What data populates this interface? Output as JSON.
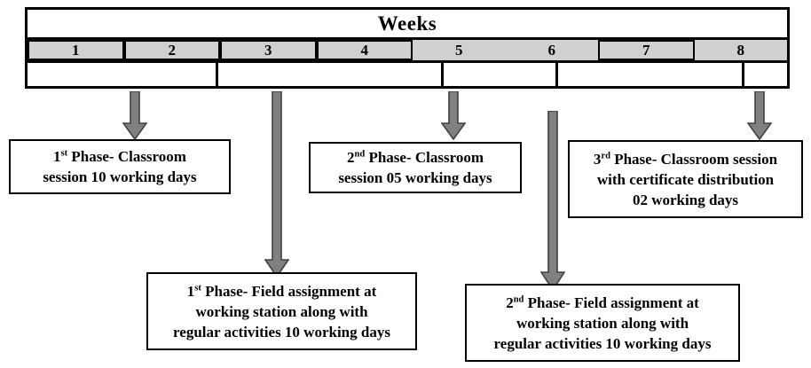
{
  "timeline": {
    "title": "Weeks",
    "weeks": [
      {
        "label": "1",
        "style": "boxed"
      },
      {
        "label": "2",
        "style": "boxed"
      },
      {
        "label": "3",
        "style": "boxed"
      },
      {
        "label": "4",
        "style": "boxed"
      },
      {
        "label": "5",
        "style": "plain"
      },
      {
        "label": "6",
        "style": "plain"
      },
      {
        "label": "7",
        "style": "boxed"
      },
      {
        "label": "8",
        "style": "plain"
      }
    ]
  },
  "phase_boxes": [
    {
      "name": "phase-1-classroom",
      "lines": [
        "1|st| Phase- Classroom",
        "session 10 working days"
      ],
      "plain": "1st Phase- Classroom session 10 working days"
    },
    {
      "name": "phase-2-classroom",
      "lines": [
        "2|nd| Phase- Classroom",
        "session 05 working days"
      ],
      "plain": "2nd Phase- Classroom session 05 working days"
    },
    {
      "name": "phase-3-classroom",
      "lines": [
        "3|rd| Phase- Classroom session",
        "with certificate distribution",
        "02 working days"
      ],
      "plain": "3rd Phase- Classroom session with certificate distribution 02 working days"
    },
    {
      "name": "phase-1-field",
      "lines": [
        "1|st| Phase- Field assignment at",
        "working station along with",
        "regular activities 10 working days"
      ],
      "plain": "1st Phase- Field assignment at working station along with regular activities 10 working days"
    },
    {
      "name": "phase-2-field",
      "lines": [
        "2|nd| Phase- Field assignment at",
        "working station along with",
        "regular activities 10 working days"
      ],
      "plain": "2nd Phase- Field assignment at working station along with regular activities 10 working days"
    }
  ],
  "arrows": [
    {
      "name": "arrow-to-phase-1-classroom",
      "target": "phase-1-classroom"
    },
    {
      "name": "arrow-to-phase-1-field",
      "target": "phase-1-field"
    },
    {
      "name": "arrow-to-phase-2-classroom",
      "target": "phase-2-classroom"
    },
    {
      "name": "arrow-to-phase-2-field",
      "target": "phase-2-field"
    },
    {
      "name": "arrow-to-phase-3-classroom",
      "target": "phase-3-classroom"
    }
  ],
  "colors": {
    "border": "#000000",
    "week_band": "#d0d0d0",
    "arrow_fill": "#808080",
    "arrow_stroke": "#404040",
    "background": "#ffffff"
  }
}
